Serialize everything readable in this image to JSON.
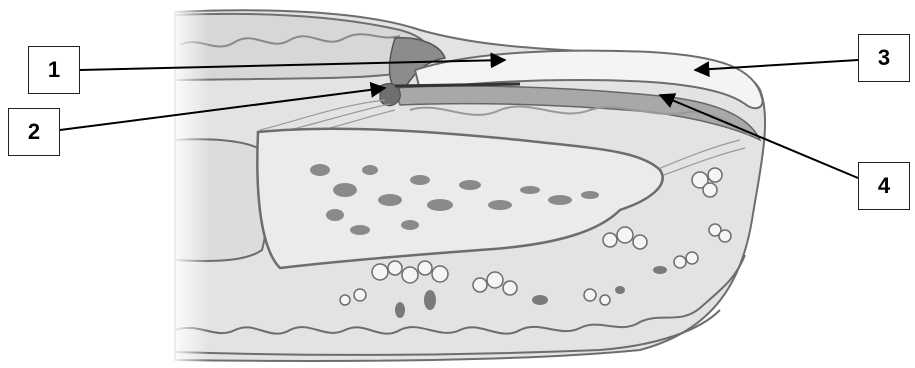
{
  "diagram": {
    "labels": [
      {
        "id": "1",
        "text": "1"
      },
      {
        "id": "2",
        "text": "2"
      },
      {
        "id": "3",
        "text": "3"
      },
      {
        "id": "4",
        "text": "4"
      }
    ]
  },
  "colors": {
    "tissue_light": "#e6e6e6",
    "tissue_mid": "#cfcfcf",
    "tissue_dark": "#9a9a9a",
    "outline": "#6d6d6d",
    "nail_plate": "#f2f2f2",
    "matrix": "#7a7a7a",
    "arrow": "#000000"
  }
}
